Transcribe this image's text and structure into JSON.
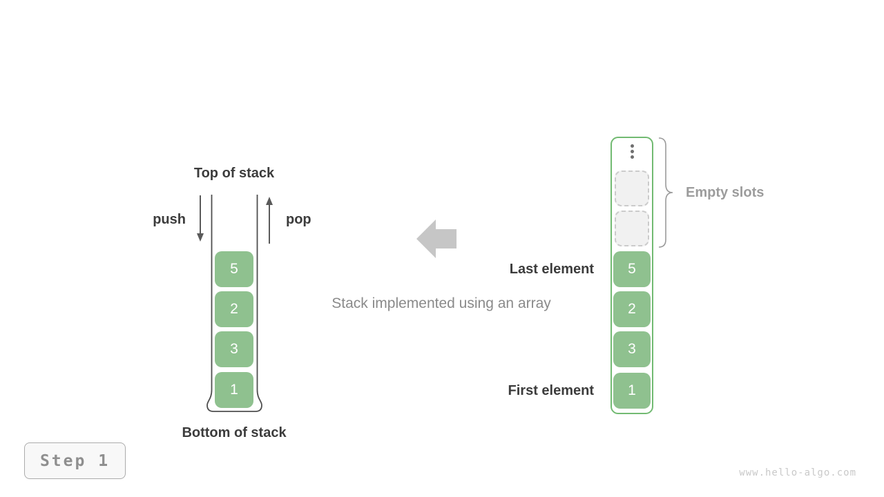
{
  "left_stack": {
    "top_label": "Top of stack",
    "bottom_label": "Bottom of stack",
    "push_label": "push",
    "pop_label": "pop",
    "cells": [
      "5",
      "2",
      "3",
      "1"
    ]
  },
  "center": {
    "caption": "Stack implemented using an array"
  },
  "right_array": {
    "cells": [
      "5",
      "2",
      "3",
      "1"
    ],
    "empty_slot_count": 2,
    "last_element_label": "Last element",
    "first_element_label": "First element",
    "empty_slots_label": "Empty slots"
  },
  "footer": {
    "step_label": "Step 1",
    "website": "www.hello-algo.com"
  },
  "icons": {
    "push_arrow": "arrow-down",
    "pop_arrow": "arrow-up",
    "direction_arrow": "arrow-left",
    "ellipsis": "vertical-ellipsis",
    "brace": "curly-brace-right"
  },
  "colors": {
    "cell_green": "#8fc18f",
    "array_border_green": "#72ba72",
    "dark_text": "#3c3c3c",
    "muted_text": "#8a8a8a",
    "gray_label": "#9c9c9c",
    "big_arrow": "#c6c6c6",
    "container_line": "#4f4f4f",
    "step_text": "#8f8f8f",
    "website_text": "#c9c9c9"
  }
}
